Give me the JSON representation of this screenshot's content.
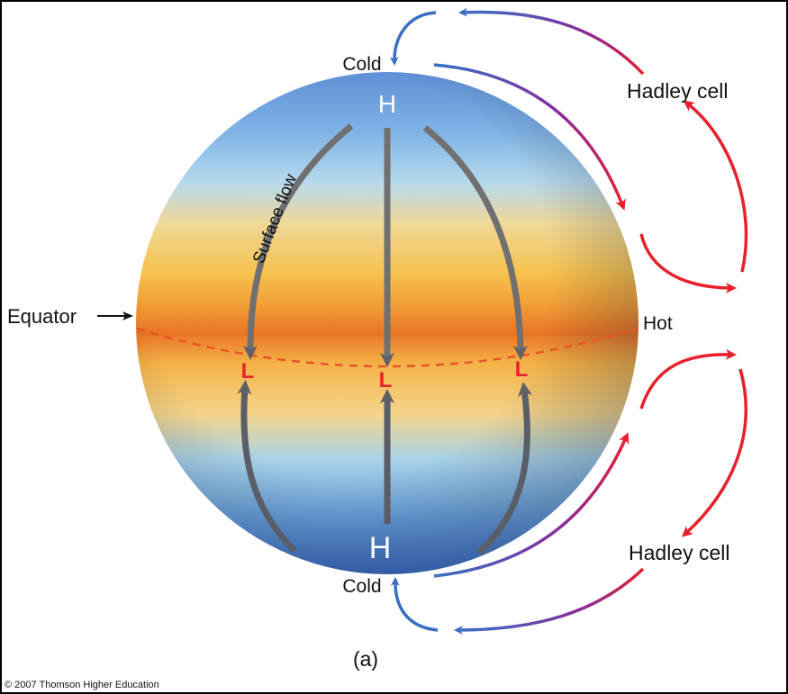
{
  "labels": {
    "cold_top": "Cold",
    "cold_bottom": "Cold",
    "hot": "Hot",
    "equator": "Equator",
    "hadley_top": "Hadley cell",
    "hadley_bottom": "Hadley cell",
    "surface_flow": "Surface flow",
    "high_top": "H",
    "high_bottom": "H",
    "low_left": "L",
    "low_center": "L",
    "low_right": "L",
    "panel": "(a)",
    "copyright": "© 2007 Thomson Higher Education"
  },
  "colors": {
    "cold": "#3a6fc4",
    "warm": "#e8202c",
    "low_marker": "#e8202c",
    "flow_arrow": "#7a7a7a"
  }
}
